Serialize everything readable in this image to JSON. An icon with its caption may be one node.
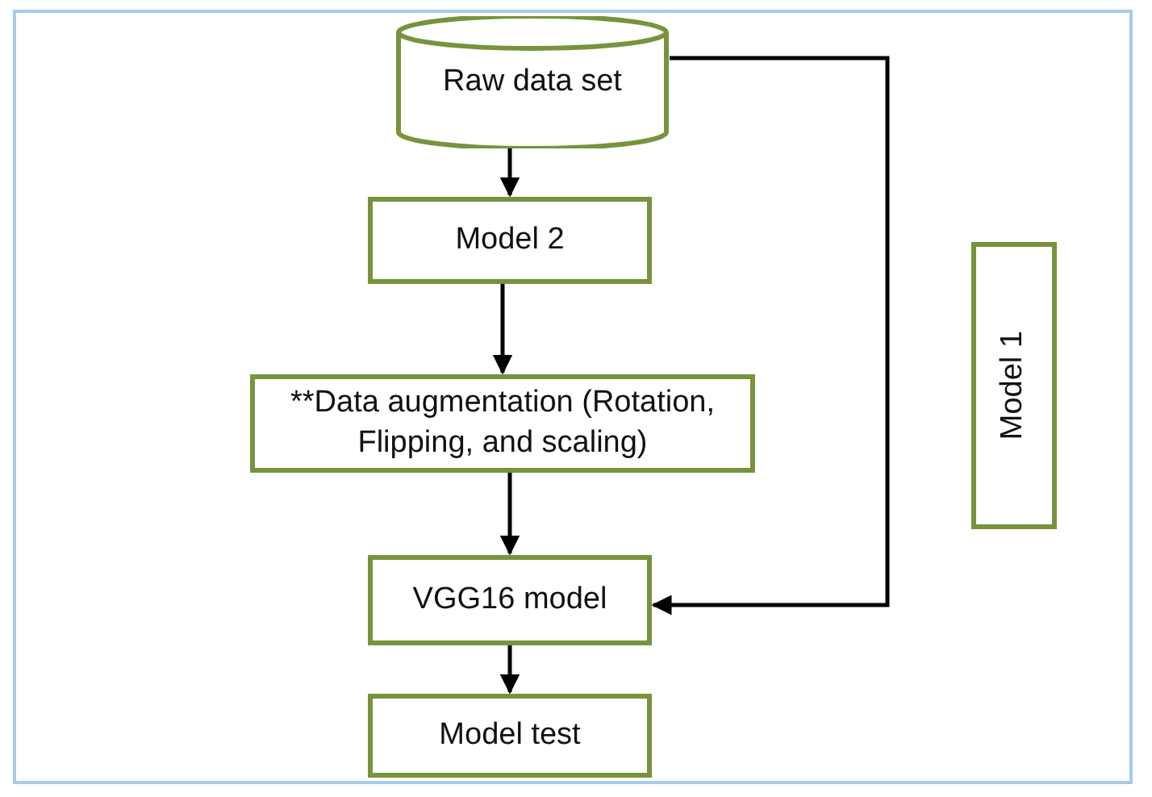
{
  "diagram": {
    "nodes": [
      {
        "text": [
          "Raw data set"
        ]
      },
      {
        "text": [
          "Model 2"
        ]
      },
      {
        "text": [
          "**Data augmentation (Rotation, Flipping, and scaling)"
        ]
      },
      {
        "text": [
          "VGG16 model"
        ]
      },
      {
        "text": [
          "Model test"
        ]
      },
      {
        "text": [
          "Model 1"
        ]
      }
    ],
    "edges": [
      {
        "from": 0,
        "to": 1,
        "arrow": "to"
      },
      {
        "from": 1,
        "to": 2,
        "arrow": "to"
      },
      {
        "from": 2,
        "to": 3,
        "arrow": "to"
      },
      {
        "from": 3,
        "to": 4,
        "arrow": "to"
      },
      {
        "from": 0,
        "to": 3,
        "arrow": "to"
      }
    ]
  }
}
